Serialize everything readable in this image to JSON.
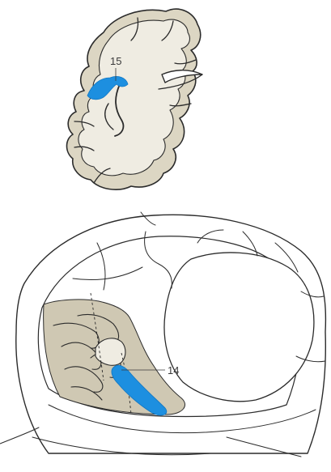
{
  "figure": {
    "labels": [
      {
        "id": "15",
        "text": "15",
        "region": "coronal-section-highlight"
      },
      {
        "id": "14",
        "text": "14",
        "region": "lateral-view-highlight"
      }
    ]
  },
  "colors": {
    "tissue_fill": "#efece2",
    "cortex_band": "#dcd6c3",
    "highlight_blue": "#1d8fe0",
    "insula_shade": "#cfc8b3",
    "outline": "#2b2b2b"
  }
}
